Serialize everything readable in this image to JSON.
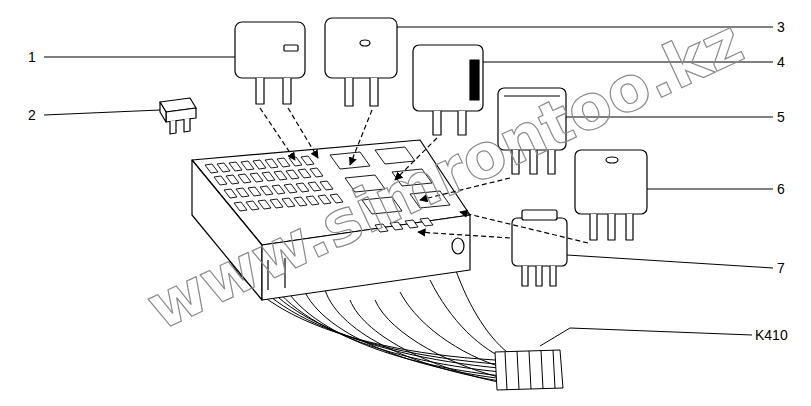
{
  "diagram": {
    "labels": [
      "1",
      "2",
      "3",
      "4",
      "5",
      "6",
      "7",
      "K410",
      "www.simrontoo.kz"
    ]
  }
}
